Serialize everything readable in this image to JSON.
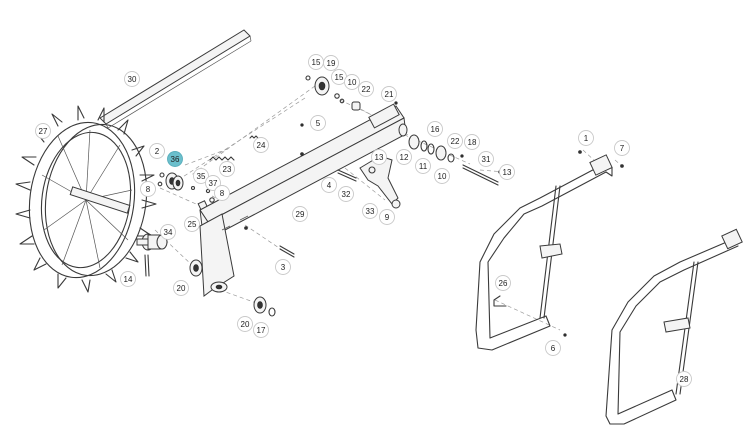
{
  "diagram": {
    "highlight_color": "#6bbfcc",
    "line_color": "#3a3a3a",
    "callouts": [
      {
        "id": "c30",
        "label": "30"
      },
      {
        "id": "c27",
        "label": "27"
      },
      {
        "id": "c2",
        "label": "2"
      },
      {
        "id": "c36",
        "label": "36",
        "highlighted": true
      },
      {
        "id": "c8a",
        "label": "8"
      },
      {
        "id": "c34",
        "label": "34"
      },
      {
        "id": "c14",
        "label": "14"
      },
      {
        "id": "c20a",
        "label": "20"
      },
      {
        "id": "c20b",
        "label": "20"
      },
      {
        "id": "c17",
        "label": "17"
      },
      {
        "id": "c15a",
        "label": "15"
      },
      {
        "id": "c19",
        "label": "19"
      },
      {
        "id": "c15b",
        "label": "15"
      },
      {
        "id": "c10a",
        "label": "10"
      },
      {
        "id": "c22a",
        "label": "22"
      },
      {
        "id": "c21",
        "label": "21"
      },
      {
        "id": "c5",
        "label": "5"
      },
      {
        "id": "c24",
        "label": "24"
      },
      {
        "id": "c23",
        "label": "23"
      },
      {
        "id": "c35",
        "label": "35"
      },
      {
        "id": "c37",
        "label": "37"
      },
      {
        "id": "c8b",
        "label": "8"
      },
      {
        "id": "c25",
        "label": "25"
      },
      {
        "id": "c29",
        "label": "29"
      },
      {
        "id": "c3",
        "label": "3"
      },
      {
        "id": "c4",
        "label": "4"
      },
      {
        "id": "c32",
        "label": "32"
      },
      {
        "id": "c13a",
        "label": "13"
      },
      {
        "id": "c33",
        "label": "33"
      },
      {
        "id": "c9",
        "label": "9"
      },
      {
        "id": "c16",
        "label": "16"
      },
      {
        "id": "c12",
        "label": "12"
      },
      {
        "id": "c11",
        "label": "11"
      },
      {
        "id": "c22b",
        "label": "22"
      },
      {
        "id": "c18",
        "label": "18"
      },
      {
        "id": "c10b",
        "label": "10"
      },
      {
        "id": "c31",
        "label": "31"
      },
      {
        "id": "c13b",
        "label": "13"
      },
      {
        "id": "c1",
        "label": "1"
      },
      {
        "id": "c7",
        "label": "7"
      },
      {
        "id": "c26",
        "label": "26"
      },
      {
        "id": "c6",
        "label": "6"
      },
      {
        "id": "c28",
        "label": "28"
      }
    ]
  }
}
